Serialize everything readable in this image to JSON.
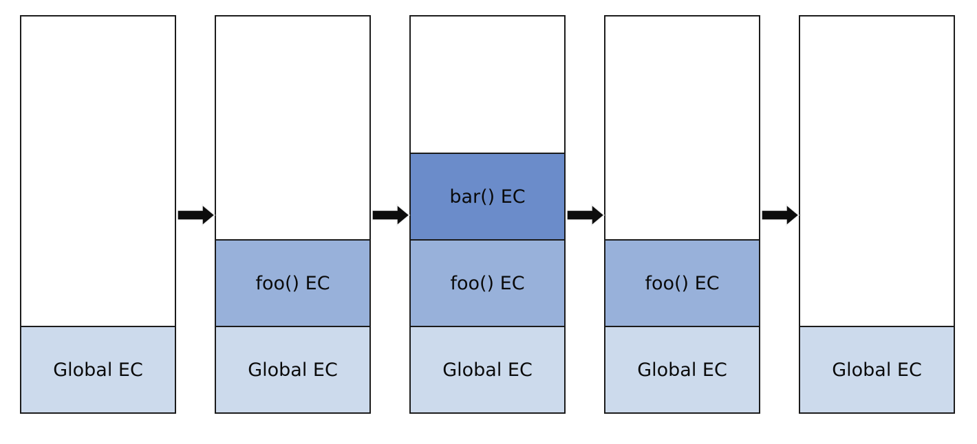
{
  "stacks": [
    {
      "frames": [
        {
          "label": "Global EC",
          "kind": "global"
        }
      ]
    },
    {
      "frames": [
        {
          "label": "Global EC",
          "kind": "global"
        },
        {
          "label": "foo() EC",
          "kind": "foo"
        }
      ]
    },
    {
      "frames": [
        {
          "label": "Global EC",
          "kind": "global"
        },
        {
          "label": "foo() EC",
          "kind": "foo"
        },
        {
          "label": "bar() EC",
          "kind": "bar"
        }
      ]
    },
    {
      "frames": [
        {
          "label": "Global EC",
          "kind": "global"
        },
        {
          "label": "foo() EC",
          "kind": "foo"
        }
      ]
    },
    {
      "frames": [
        {
          "label": "Global EC",
          "kind": "global"
        }
      ]
    }
  ],
  "colors": {
    "global": "#ccdaec",
    "foo": "#98b1da",
    "bar": "#6b8cca",
    "border": "#1b1b1b",
    "arrow": "#0d0d0d"
  }
}
